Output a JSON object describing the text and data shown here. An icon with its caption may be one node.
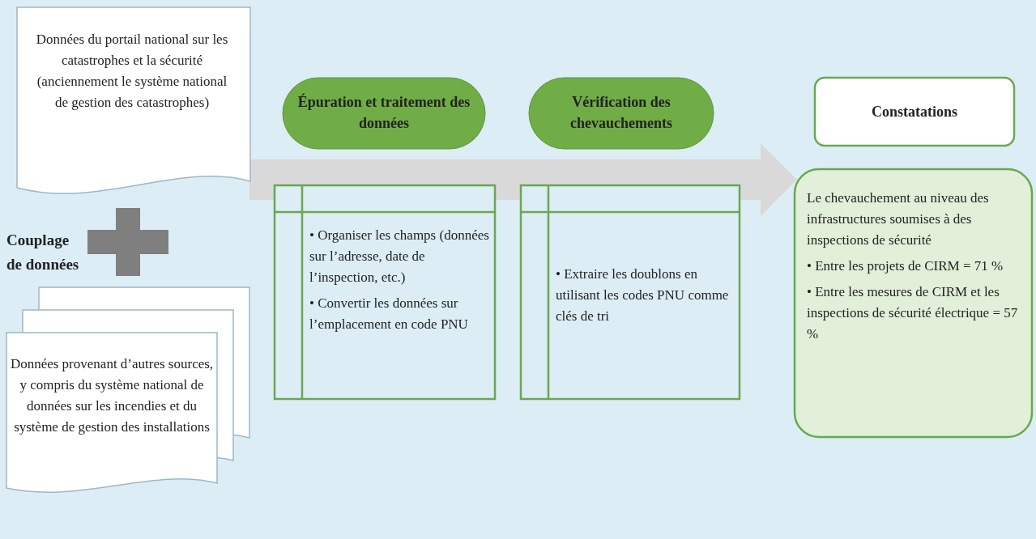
{
  "diagram": {
    "nodes": [
      {
        "text": [
          "Données du portail national sur les catastrophes et la sécurité (anciennement le système national de gestion des catastrophes)"
        ]
      },
      {
        "text": [
          "Données provenant d’autres sources, y compris du système national de données sur les incendies et du système de gestion des installations"
        ]
      },
      {
        "text": [
          "Épuration et traitement des données"
        ]
      },
      {
        "text": [
          "• Organiser les champs (données sur l’adresse, date de l’inspection, etc.)",
          "• Convertir les données sur l’emplacement en code PNU"
        ]
      },
      {
        "text": [
          "Vérification des chevauchements"
        ]
      },
      {
        "text": [
          "• Extraire les doublons en utilisant les codes PNU comme clés de tri"
        ]
      },
      {
        "text": [
          "Constatations"
        ]
      },
      {
        "text": [
          "Le chevauchement au niveau des infrastructures soumises à des inspections de sécurité",
          "• Entre les projets de CIRM = 71 %",
          "• Entre les mesures de CIRM et les inspections de sécurité électrique = 57 %"
        ]
      }
    ],
    "edges": [
      {
        "from": 0,
        "to": 7,
        "arrow": "to"
      }
    ],
    "labels": [
      "Couplage de données"
    ]
  }
}
